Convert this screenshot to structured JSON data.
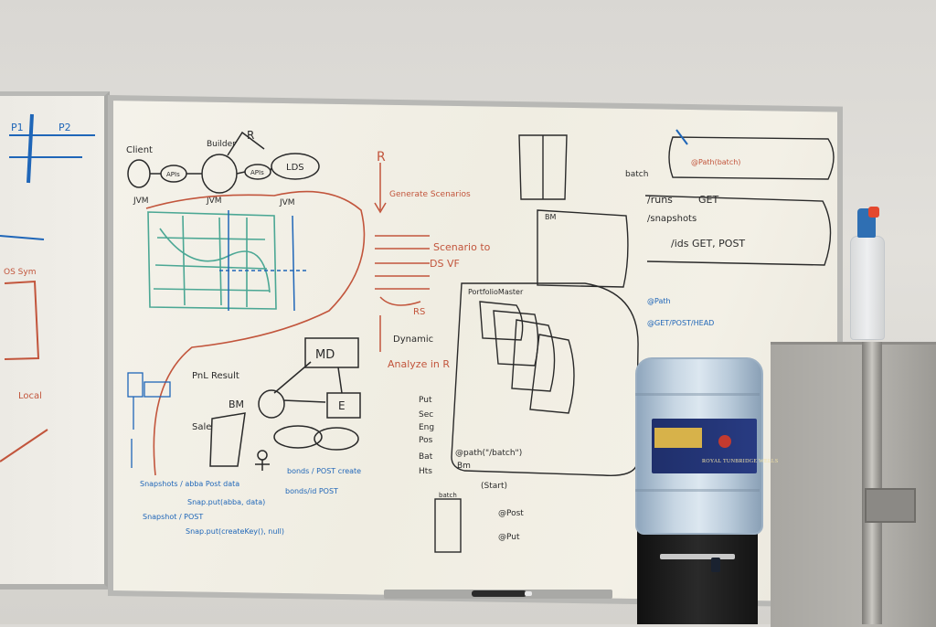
{
  "scene": {
    "description_colors": {
      "wall": "#dcdad6",
      "board": "#f2efe6",
      "frame": "#b8b8b5",
      "ink_black": "#2a2a2a",
      "ink_blue": "#1f66b8",
      "ink_red": "#c2553c",
      "ink_green": "#2e9b86"
    }
  },
  "whiteboard": {
    "top_left": {
      "client": "Client",
      "jvm": "JVM",
      "builder": "Builder",
      "r": "R",
      "apis": "APIs",
      "lds": "LDS",
      "jvm2": "JVM",
      "jvm3": "JVM"
    },
    "center": {
      "r_title": "R",
      "generate": "Generate Scenarios",
      "scenario": "Scenario to",
      "ds_vf": "DS VF",
      "rs": "RS",
      "dynamic": "Dynamic",
      "analyze": "Analyze in R",
      "md": "MD",
      "pnl": "PnL Result",
      "bm": "BM",
      "sale": "Sale",
      "e": "E",
      "portfolio_master": "PortfolioMaster",
      "put": "Put",
      "sec": "Sec",
      "eng": "Eng",
      "pos": "Pos",
      "bat": "Bat",
      "hts": "Hts",
      "batch_path": "@path(\"/batch\")",
      "bm2": "Bm",
      "start": "(Start)",
      "batch": "batch",
      "post": "@Post",
      "put2": "@Put"
    },
    "blue_notes": {
      "snapshots": "Snapshots / abba Post data",
      "snap_put": "Snap.put(abba, data)",
      "snapshot_post": "Snapshot / POST",
      "snap_put2": "Snap.put(createKey(), null)",
      "bonds": "bonds / POST create",
      "bonds_id": "bonds/id POST",
      "path": "@Path",
      "get_post": "@GET/POST/HEAD"
    },
    "right": {
      "batch": "batch",
      "runs": "/runs",
      "get": "GET",
      "snapshots": "/snapshots",
      "ids_get": "/ids GET, POST",
      "opath": "@Path(batch)",
      "bm": "BM"
    },
    "left_board": {
      "p1": "P1",
      "p2": "P2",
      "os_sym": "OS Sym",
      "local": "Local"
    }
  },
  "water_jug": {
    "brand": "ROYAL TUNBRIDGE WELLS"
  }
}
